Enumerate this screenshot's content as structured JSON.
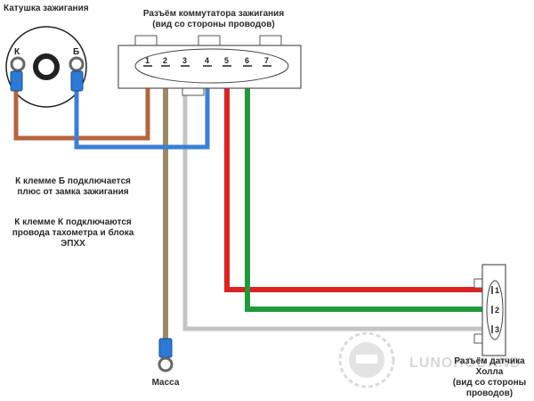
{
  "coil": {
    "title": "Катушка зажигания",
    "terminal_k": "К",
    "terminal_b": "Б"
  },
  "connector": {
    "title_line1": "Разъём коммутатора зажигания",
    "title_line2": "(вид со стороны проводов)",
    "pins": [
      "1",
      "2",
      "3",
      "4",
      "5",
      "6",
      "7"
    ]
  },
  "notes": {
    "b_line1": "К клемме Б подключается",
    "b_line2": "плюс от замка зажигания",
    "k_line1": "К клемме К подключаются",
    "k_line2": "провода тахометра и блока",
    "k_line3": "ЭПХХ"
  },
  "ground": {
    "label": "Масса"
  },
  "hall": {
    "line1": "Разъём датчика",
    "line2": "Холла",
    "line3": "(вид со стороны",
    "line4": "проводов)",
    "pins": [
      "1",
      "2",
      "3"
    ]
  },
  "watermark": {
    "text": "LUNOHODAND"
  },
  "colors": {
    "wire_brown": "#b5653f",
    "wire_blue": "#3b7fd6",
    "wire_olive": "#9c8a62",
    "wire_gray": "#c4c4c4",
    "wire_red": "#dd2222",
    "wire_green": "#1f9a3a",
    "terminal_blue": "#2a7ad6"
  }
}
